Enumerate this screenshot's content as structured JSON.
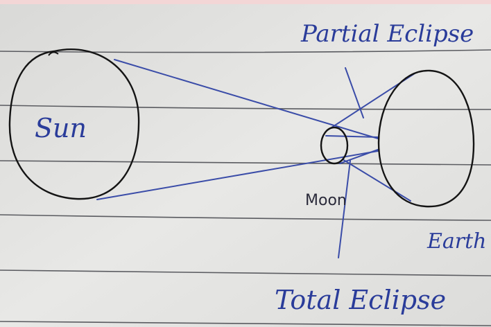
{
  "labels": {
    "sun": "Sun",
    "moon": "Moon",
    "earth": "Earth",
    "partial_eclipse": "Partial Eclipse",
    "total_eclipse": "Total Eclipse"
  },
  "colors": {
    "paper": "#e4e4e2",
    "ruled_line": "#55565a",
    "pencil_black": "#111111",
    "ink_blue": "#2a3c9a"
  }
}
